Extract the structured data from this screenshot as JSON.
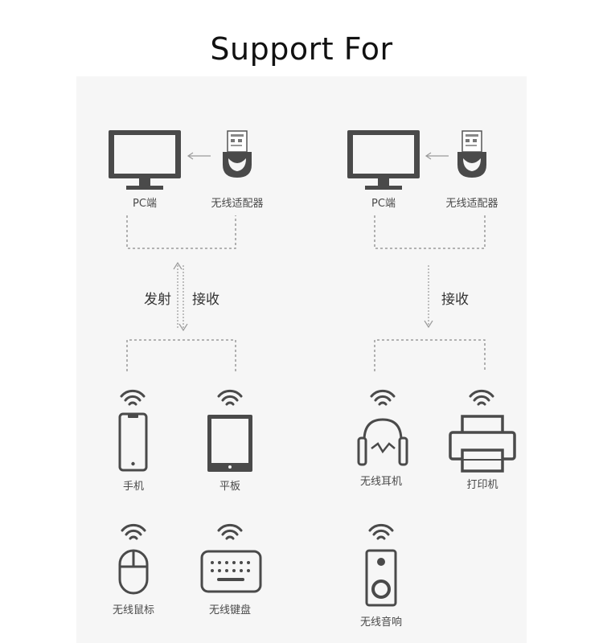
{
  "title_line1": "Support For",
  "title_line2": "Multiple Devices",
  "left": {
    "pc_label": "PC端",
    "adapter_label": "无线适配器",
    "transmit_label": "发射",
    "receive_label": "接收",
    "devices": [
      "手机",
      "平板",
      "无线鼠标",
      "无线键盘"
    ]
  },
  "right": {
    "pc_label": "PC端",
    "adapter_label": "无线适配器",
    "receive_label": "接收",
    "devices": [
      "无线耳机",
      "打印机",
      "无线音响"
    ]
  },
  "icons": [
    "monitor-icon",
    "usb-adapter-icon",
    "wifi-icon",
    "phone-icon",
    "tablet-icon",
    "mouse-icon",
    "keyboard-icon",
    "headphones-icon",
    "printer-icon",
    "speaker-icon"
  ]
}
